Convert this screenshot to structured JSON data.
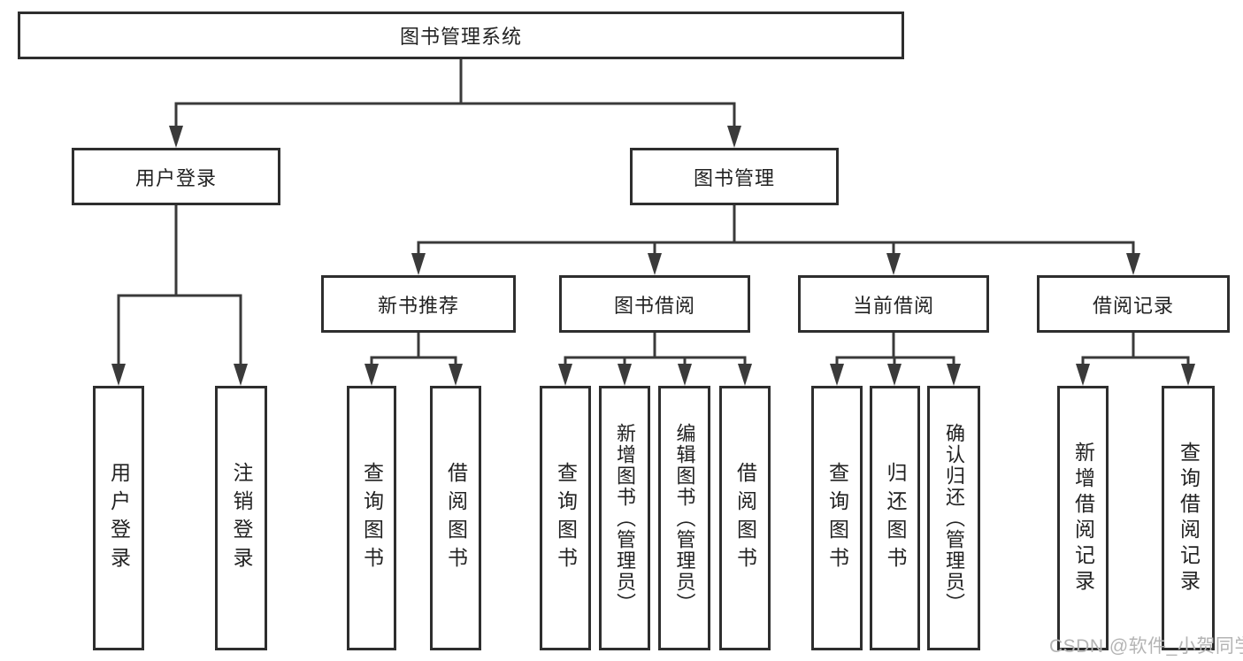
{
  "root": {
    "label": "图书管理系统"
  },
  "level1": [
    {
      "label": "用户登录"
    },
    {
      "label": "图书管理"
    }
  ],
  "level2": [
    {
      "label": "新书推荐"
    },
    {
      "label": "图书借阅"
    },
    {
      "label": "当前借阅"
    },
    {
      "label": "借阅记录"
    }
  ],
  "leaves": [
    {
      "label": "用户登录"
    },
    {
      "label": "注销登录"
    },
    {
      "label": "查询图书"
    },
    {
      "label": "借阅图书"
    },
    {
      "label": "查询图书"
    },
    {
      "label": "新增图书（管理员）"
    },
    {
      "label": "编辑图书（管理员）"
    },
    {
      "label": "借阅图书"
    },
    {
      "label": "查询图书"
    },
    {
      "label": "归还图书"
    },
    {
      "label": "确认归还（管理员）"
    },
    {
      "label": "新增借阅记录"
    },
    {
      "label": "查询借阅记录"
    }
  ],
  "watermark": "CSDN @软件_小贺同学",
  "colors": {
    "line": "#3a3a3a",
    "box_border": "#2e2e2e",
    "text": "#222222",
    "watermark": "#b4b4b4",
    "background": "#ffffff"
  }
}
